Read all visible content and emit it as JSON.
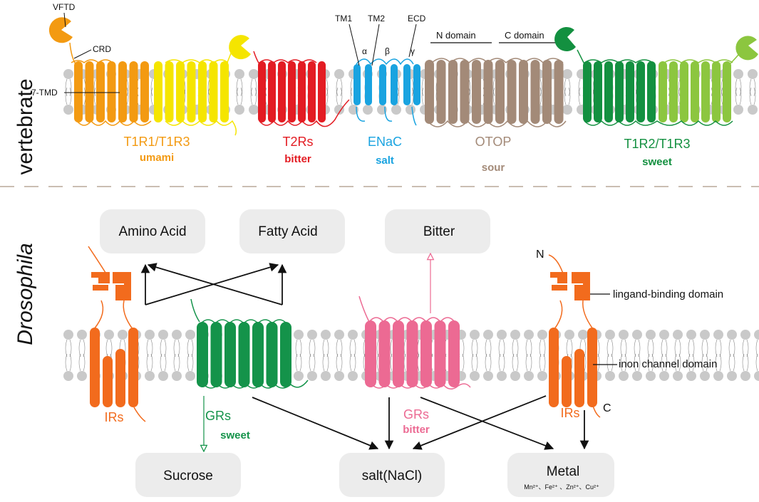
{
  "section_labels": {
    "vertebrate": "vertebrate",
    "drosophila": "Drosophila"
  },
  "colors": {
    "umami": "#f39a12",
    "umami_yellow": "#f5e500",
    "bitter_red": "#e31c23",
    "salt_blue": "#19a3e0",
    "sour_brown": "#a38a78",
    "sweet_green": "#139040",
    "sweet_light": "#8cc63f",
    "dros_orange": "#f26b1d",
    "dros_green": "#14934a",
    "dros_pink": "#ec6a93",
    "box_gray": "#ececec",
    "lipid": "#c9c9c9"
  },
  "vertebrate": {
    "annotations": {
      "vftd": "VFTD",
      "crd": "CRD",
      "tmd": "7-TMD",
      "tm1": "TM1",
      "tm2": "TM2",
      "ecd": "ECD",
      "alpha": "α",
      "beta": "β",
      "gamma": "γ",
      "n_domain": "N domain",
      "c_domain": "C domain"
    },
    "receptors": [
      {
        "name": "T1R1/T1R3",
        "taste": "umami"
      },
      {
        "name": "T2Rs",
        "taste": "bitter"
      },
      {
        "name": "ENaC",
        "taste": "salt"
      },
      {
        "name": "OTOP",
        "taste": "sour"
      },
      {
        "name": "T1R2/T1R3",
        "taste": "sweet"
      }
    ]
  },
  "drosophila": {
    "boxes": {
      "amino_acid": "Amino Acid",
      "fatty_acid": "Fatty Acid",
      "bitter": "Bitter",
      "sucrose": "Sucrose",
      "salt": "salt(NaCl)",
      "metal": "Metal",
      "metal_ions": "Mn²⁺、Fe²⁺ 、Zn²⁺、Cu²⁺"
    },
    "receptors": {
      "irs_left": "IRs",
      "grs_green": "GRs",
      "grs_green_taste": "sweet",
      "grs_pink": "GRs",
      "grs_pink_taste": "bitter",
      "irs_right": "IRs"
    },
    "annotations": {
      "n_term": "N",
      "c_term": "C",
      "ligand_domain": "lingand-binding domain",
      "channel_domain": "inon channel domain"
    }
  }
}
